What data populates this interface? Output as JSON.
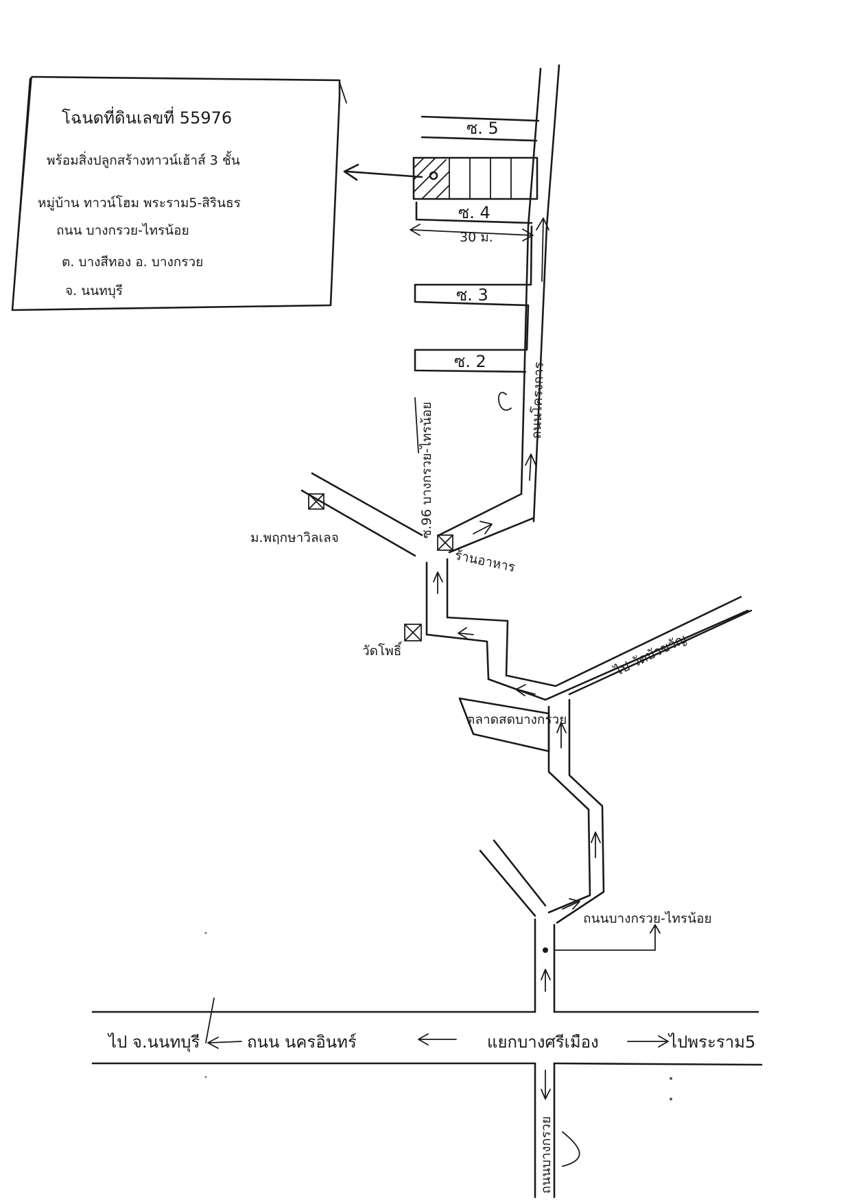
{
  "info_box": {
    "line1": "โฉนดที่ดินเลขที่ 55976",
    "line2": "พร้อมสิ่งปลูกสร้างทาวน์เฮ้าส์ 3 ชั้น",
    "line3": "หมู่บ้าน ทาวน์โฮม พระราม5-สิรินธร",
    "line4": "ถนน บางกรวย-ไทรน้อย",
    "line5": "ต. บางสีทอง อ. บางกรวย",
    "line6": "จ. นนทบุรี"
  },
  "lanes": {
    "soi5": "ซ. 5",
    "soi4": "ซ. 4",
    "soi3": "ซ. 3",
    "soi2": "ซ. 2",
    "distance": "30 ม."
  },
  "roads": {
    "main_village_road": "ถนนโครงการ",
    "bangkruai_road": "ถนนบางกรวย-ไทรน้อย",
    "nakhon_in_road": "ถนน นครอินทร์",
    "soi_96": "ซ.96 บางกรวย-ไทรน้อย",
    "to_wat": "ไป วัดบัวขวัญ"
  },
  "landmarks": {
    "village": "ม.พฤกษาวิลเลจ",
    "shop": "ร้านอาหาร",
    "temple": "วัดโพธิ์",
    "market": "ตลาดสดบางกรวย",
    "junction": "แยกบางศรีเมือง"
  },
  "destinations": {
    "left": "ไป จ.นนทบุรี",
    "right": "ไปพระราม5"
  },
  "bottom_road": "ถนนบางกรวย"
}
